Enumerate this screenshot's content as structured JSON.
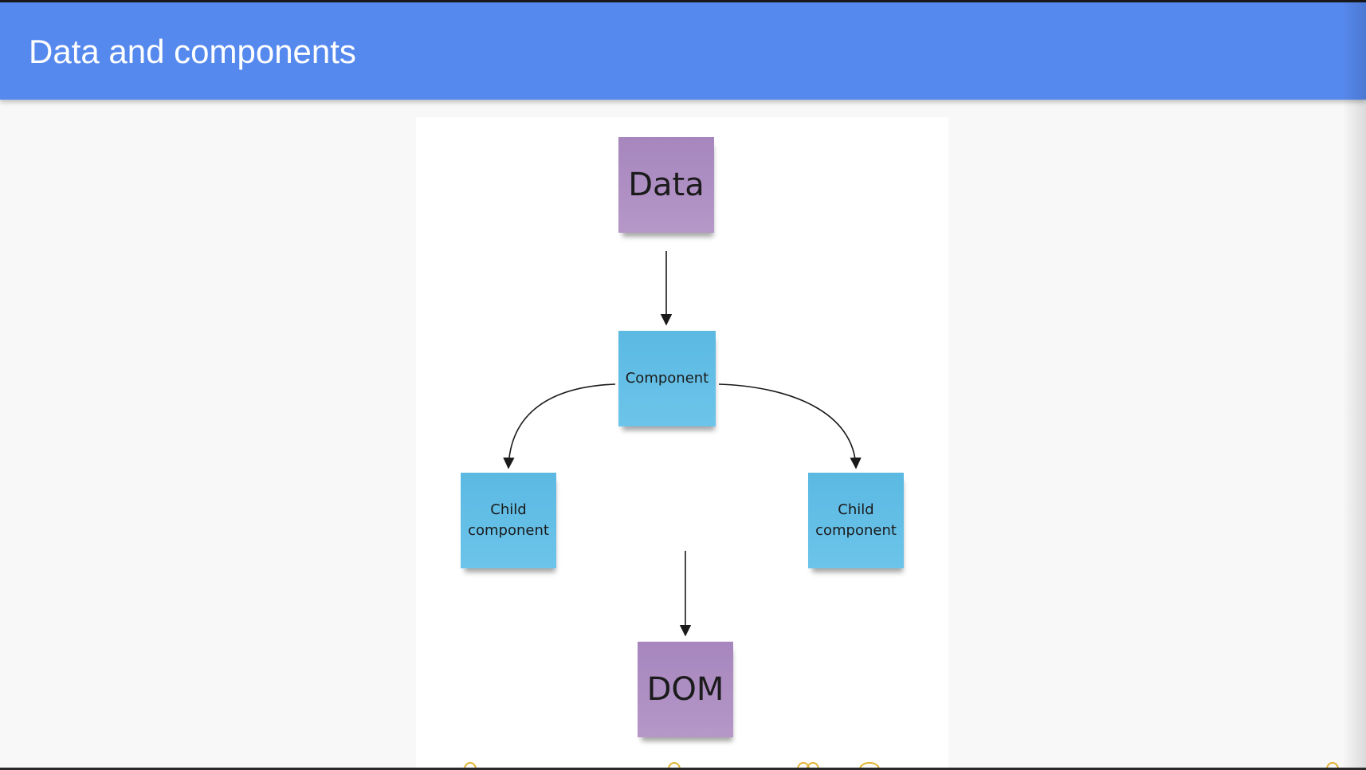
{
  "header": {
    "title": "Data and components"
  },
  "diagram": {
    "nodes": {
      "data": "Data",
      "component": "Component",
      "child_left_line1": "Child",
      "child_left_line2": "component",
      "child_right_line1": "Child",
      "child_right_line2": "component",
      "dom": "DOM"
    },
    "edges": [
      {
        "from": "Data",
        "to": "Component"
      },
      {
        "from": "Component",
        "to": "Child component (left)"
      },
      {
        "from": "Component",
        "to": "Child component (right)"
      },
      {
        "from": "Child components",
        "to": "DOM"
      }
    ],
    "colors": {
      "header": "#5689ee",
      "purple_note": "#a686bd",
      "blue_note": "#5bb9e2",
      "arrow": "#1a1a1a"
    }
  }
}
